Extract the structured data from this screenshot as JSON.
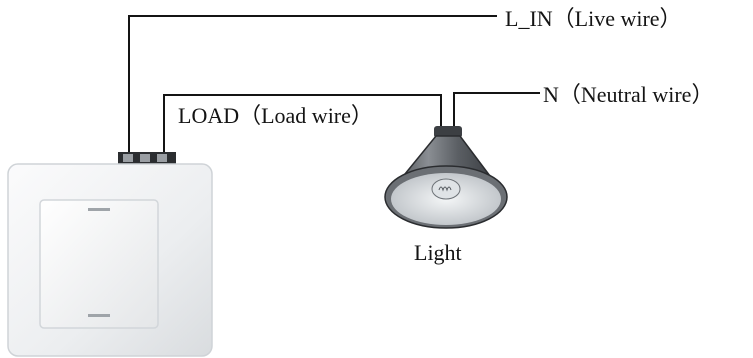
{
  "labels": {
    "live_wire": "L_IN（Live wire）",
    "neutral_wire": "N（Neutral wire）",
    "load_wire": "LOAD（Load wire）",
    "light": "Light"
  },
  "colors": {
    "wire": "#141414",
    "switch_body": "#eef0f2",
    "lamp_shade": "#5a5e63",
    "lamp_bulb": "#dfe3e6"
  },
  "icons": {
    "switch": "wall-switch-icon",
    "lamp": "pendant-light-icon"
  }
}
